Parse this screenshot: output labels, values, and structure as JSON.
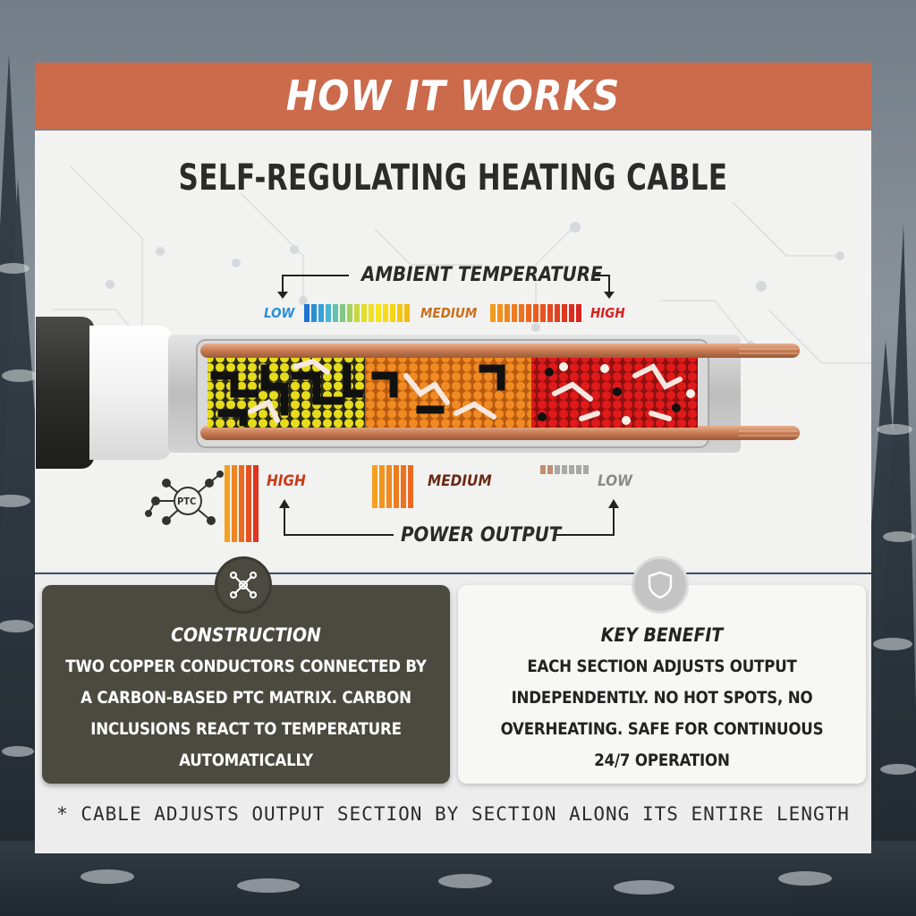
{
  "header": {
    "title": "HOW IT WORKS"
  },
  "subtitle": "SELF-REGULATING HEATING CABLE",
  "ambient": {
    "title": "AMBIENT TEMPERATURE",
    "low": "LOW",
    "medium": "MEDIUM",
    "high": "HIGH"
  },
  "power": {
    "title": "POWER OUTPUT",
    "high": "HIGH",
    "medium": "MEDIUM",
    "low": "LOW"
  },
  "ptc_label": "PTC",
  "cards": {
    "construction": {
      "title": "CONSTRUCTION",
      "body": "TWO COPPER CONDUCTORS CONNECTED BY A CARBON-BASED PTC MATRIX. CARBON INCLUSIONS REACT TO TEMPERATURE AUTOMATICALLY",
      "icon": "network-nodes-icon"
    },
    "benefit": {
      "title": "KEY BENEFIT",
      "body": "EACH SECTION ADJUSTS OUTPUT INDEPENDENTLY. NO HOT SPOTS, NO OVERHEATING. SAFE FOR CONTINUOUS 24/7 OPERATION",
      "icon": "shield-icon"
    }
  },
  "footnote": "* CABLE ADJUSTS OUTPUT SECTION BY SECTION ALONG ITS ENTIRE LENGTH",
  "colors": {
    "header_bar": "#cc6a4c",
    "low_blue": "#2a8fd6",
    "medium_orange": "#e27a1c",
    "high_red": "#d71f1f",
    "construction_card": "#4a4a40"
  }
}
